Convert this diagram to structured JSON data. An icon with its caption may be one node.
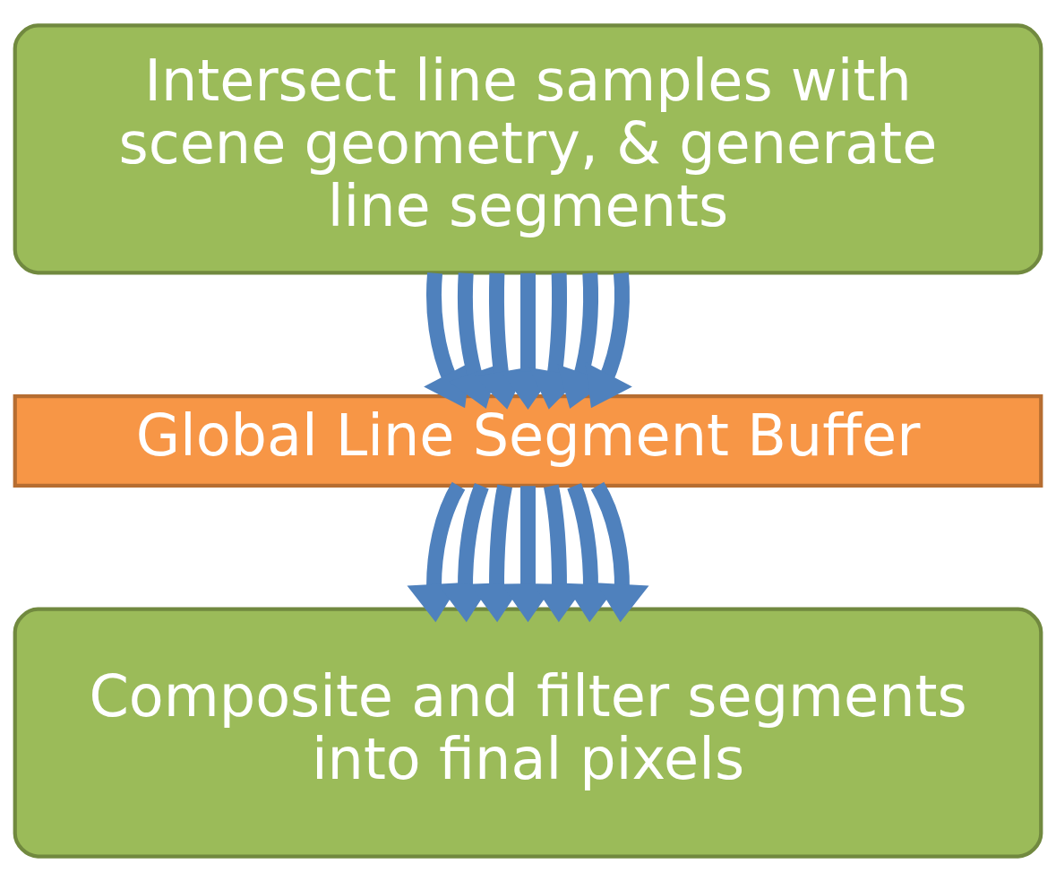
{
  "diagram": {
    "nodes": [
      {
        "text": [
          "Intersect line samples with scene geometry, & generate line segments"
        ]
      },
      {
        "text": [
          "Global Line Segment Buffer"
        ]
      },
      {
        "text": [
          "Composite and filter segments into final pixels"
        ]
      }
    ],
    "edges": [
      {
        "from": 0,
        "to": 1,
        "arrow": "to"
      },
      {
        "from": 0,
        "to": 1,
        "arrow": "to"
      },
      {
        "from": 0,
        "to": 1,
        "arrow": "to"
      },
      {
        "from": 0,
        "to": 1,
        "arrow": "to"
      },
      {
        "from": 0,
        "to": 1,
        "arrow": "to"
      },
      {
        "from": 0,
        "to": 1,
        "arrow": "to"
      },
      {
        "from": 0,
        "to": 1,
        "arrow": "to"
      },
      {
        "from": 1,
        "to": 2,
        "arrow": "to"
      },
      {
        "from": 1,
        "to": 2,
        "arrow": "to"
      },
      {
        "from": 1,
        "to": 2,
        "arrow": "to"
      },
      {
        "from": 1,
        "to": 2,
        "arrow": "to"
      },
      {
        "from": 1,
        "to": 2,
        "arrow": "to"
      },
      {
        "from": 1,
        "to": 2,
        "arrow": "to"
      },
      {
        "from": 1,
        "to": 2,
        "arrow": "to"
      }
    ]
  }
}
